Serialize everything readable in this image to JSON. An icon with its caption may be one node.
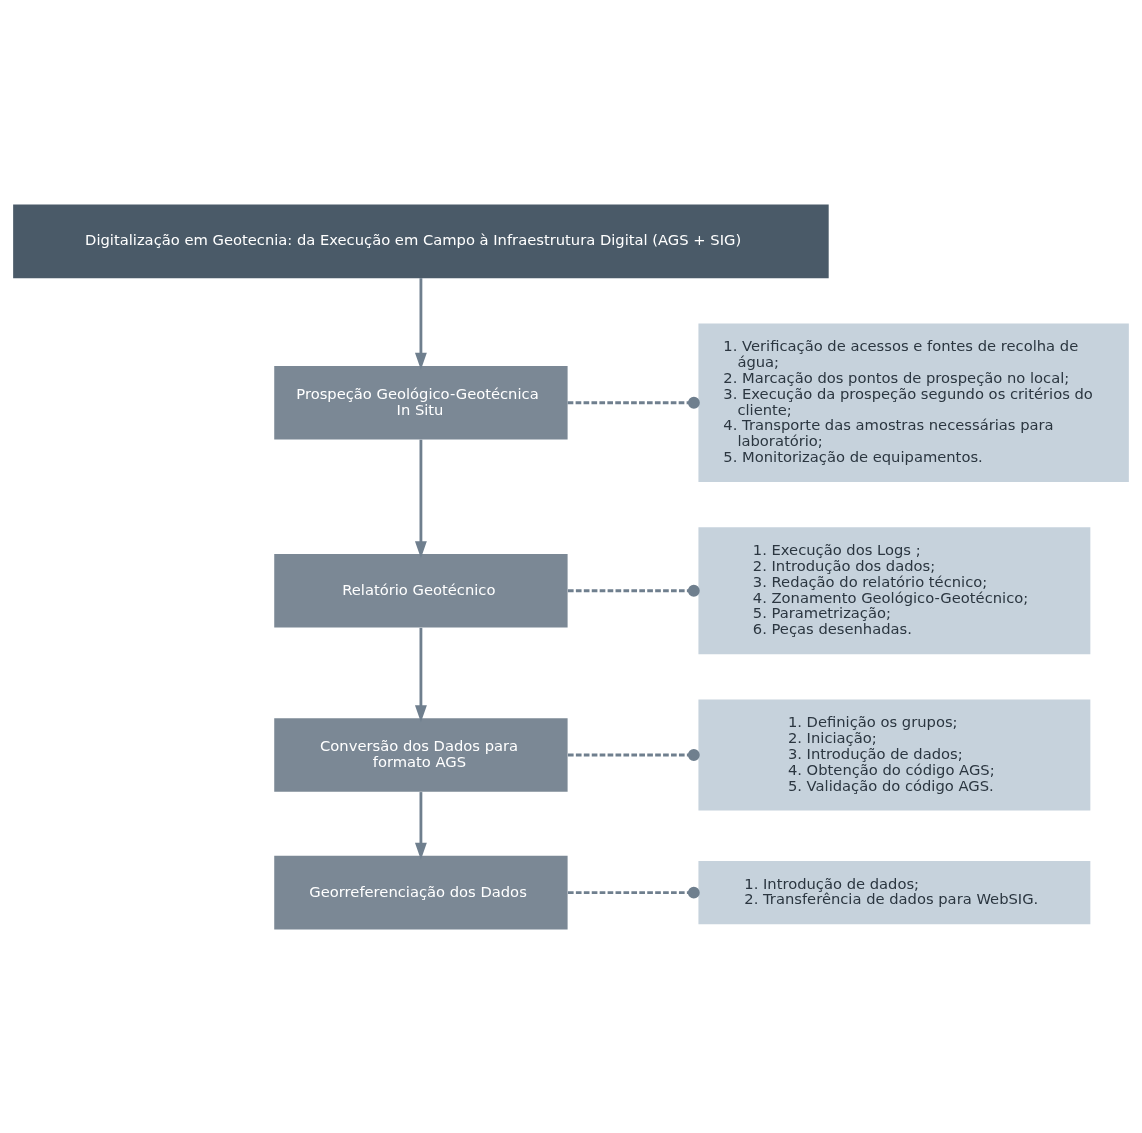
{
  "diagram": {
    "nodes": [
      {
        "text": [
          "Digitalização em Geotecnia: da Execução em Campo à Infraestrutura Digital (AGS + SIG)"
        ]
      },
      {
        "text": [
          "Prospeção Geológico-Geotécnica In Situ"
        ]
      },
      {
        "text": [
          "1. Verificação de acessos e fontes de recolha de água;",
          "2. Marcação dos pontos de prospeção no local;",
          "3. Execução da prospeção segundo os critérios do cliente;",
          "4. Transporte das amostras necessárias para laboratório;",
          "5. Monitorização de equipamentos."
        ]
      },
      {
        "text": [
          "Relatório Geotécnico"
        ]
      },
      {
        "text": [
          "1. Execução dos Logs ;",
          "2. Introdução dos dados;",
          "3. Redação do relatório técnico;",
          "4. Zonamento Geológico-Geotécnico;",
          "5. Parametrização;",
          "6. Peças desenhadas."
        ]
      },
      {
        "text": [
          "Conversão dos Dados para formato AGS"
        ]
      },
      {
        "text": [
          "1. Definição os grupos;",
          "2. Iniciação;",
          "3. Introdução de dados;",
          "4. Obtenção do código AGS;",
          "5. Validação do código AGS."
        ]
      },
      {
        "text": [
          "Georreferenciação dos Dados"
        ]
      },
      {
        "text": [
          "1. Introdução de dados;",
          "2. Transferência de dados para WebSIG."
        ]
      }
    ],
    "edges": [
      {
        "from": 0,
        "to": 1,
        "arrow": "to"
      },
      {
        "from": 1,
        "to": 2,
        "arrow": "other",
        "style": "dashed"
      },
      {
        "from": 1,
        "to": 3,
        "arrow": "to"
      },
      {
        "from": 3,
        "to": 4,
        "arrow": "other",
        "style": "dashed"
      },
      {
        "from": 3,
        "to": 5,
        "arrow": "to"
      },
      {
        "from": 5,
        "to": 6,
        "arrow": "other",
        "style": "dashed"
      },
      {
        "from": 5,
        "to": 7,
        "arrow": "to"
      },
      {
        "from": 7,
        "to": 8,
        "arrow": "other",
        "style": "dashed"
      }
    ]
  }
}
